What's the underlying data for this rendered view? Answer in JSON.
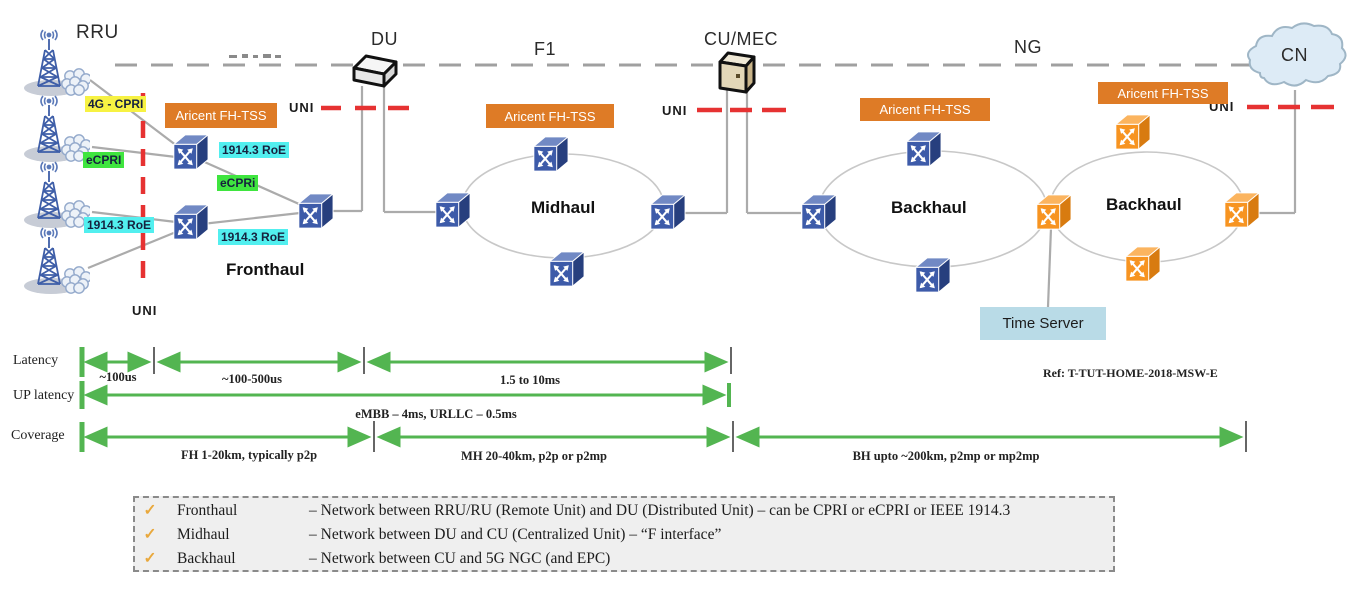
{
  "nodes": {
    "rru": "RRU",
    "du": "DU",
    "f1": "F1",
    "cu_mec": "CU/MEC",
    "ng": "NG",
    "cn": "CN"
  },
  "uni_label": "UNI",
  "aricent_label": "Aricent FH-TSS",
  "segments": {
    "fronthaul": "Fronthaul",
    "midhaul": "Midhaul",
    "backhaul1": "Backhaul",
    "backhaul2": "Backhaul"
  },
  "link_tags": [
    {
      "text": "4G - CPRI",
      "highlight": "yellow"
    },
    {
      "text": "eCPRI",
      "highlight": "green"
    },
    {
      "text": "1914.3 RoE",
      "highlight": "cyan"
    },
    {
      "text": "1914.3 RoE",
      "highlight": "cyan"
    },
    {
      "text": "eCPRi",
      "highlight": "green"
    },
    {
      "text": "1914.3 RoE",
      "highlight": "cyan"
    }
  ],
  "time_server_label": "Time Server",
  "ref_text": "Ref: T-TUT-HOME-2018-MSW-E",
  "metrics": {
    "latency": {
      "label": "Latency",
      "segments": [
        "~100us",
        "~100-500us",
        "1.5 to 10ms"
      ]
    },
    "up_latency": {
      "label": "UP latency",
      "value": "eMBB – 4ms, URLLC – 0.5ms"
    },
    "coverage": {
      "label": "Coverage",
      "segments": [
        "FH 1-20km, typically p2p",
        "MH 20-40km, p2p or p2mp",
        "BH  upto ~200km, p2mp or mp2mp"
      ]
    }
  },
  "legend": {
    "check": "✓",
    "items": [
      {
        "term": "Fronthaul",
        "definition": "– Network between RRU/RU (Remote Unit) and DU (Distributed Unit) – can be CPRI or eCPRI or IEEE 1914.3"
      },
      {
        "term": "Midhaul",
        "definition": "– Network between DU and CU (Centralized Unit) – “F interface”"
      },
      {
        "term": "Backhaul",
        "definition": "– Network between CU and 5G NGC (and EPC)"
      }
    ]
  },
  "colors": {
    "aricent_orange": "#de7b26",
    "switch_blue": "#3d5ba9",
    "switch_orange": "#f79421",
    "highlight_yellow": "#f7f243",
    "highlight_green": "#3fe53f",
    "highlight_cyan": "#52efef",
    "time_server_blue": "#b9dbe7",
    "uni_red": "#e63232",
    "arrow_green": "#53b551"
  }
}
